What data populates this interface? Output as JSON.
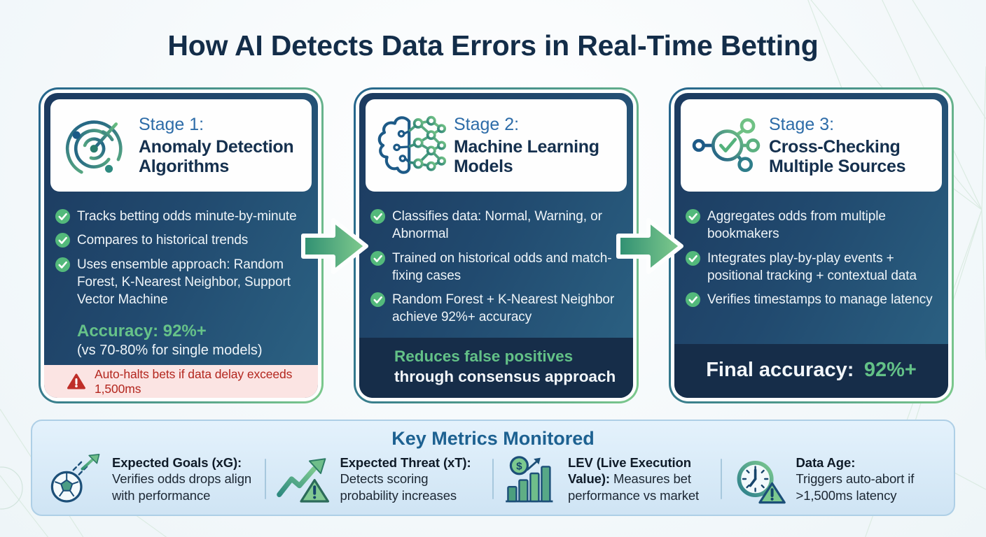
{
  "title": "How AI Detects Data Errors in Real-Time Betting",
  "stages": [
    {
      "label": "Stage 1:",
      "name": "Anomaly Detection Algorithms",
      "icon": "radar-icon",
      "bullets": [
        "Tracks betting odds minute-by-minute",
        "Compares to historical trends",
        "Uses ensemble approach: Random Forest, K-Nearest Neighbor, Support Vector Machine"
      ],
      "accuracy_label": "Accuracy: 92%+",
      "accuracy_note": "(vs 70-80% for single models)",
      "alert": "Auto-halts bets if data delay exceeds 1,500ms"
    },
    {
      "label": "Stage 2:",
      "name": "Machine Learning Models",
      "icon": "brain-network-icon",
      "bullets": [
        "Classifies data: Normal, Warning, or Abnormal",
        "Trained on historical odds and match-fixing cases",
        "Random Forest + K-Nearest Neighbor achieve 92%+ accuracy"
      ],
      "footer_highlight": "Reduces false positives",
      "footer_text": "through consensus approach"
    },
    {
      "label": "Stage 3:",
      "name": "Cross-Checking Multiple Sources",
      "icon": "network-check-icon",
      "bullets": [
        "Aggregates odds from multiple bookmakers",
        "Integrates play-by-play events + positional tracking + contextual data",
        "Verifies timestamps to manage latency"
      ],
      "footer_label": "Final accuracy:",
      "footer_value": "92%+"
    }
  ],
  "metrics_panel": {
    "title": "Key Metrics Monitored",
    "currency_symbol": "$",
    "metrics": [
      {
        "icon": "soccer-ball-arrow-icon",
        "term": "Expected Goals (xG):",
        "description": "Verifies odds drops align with performance"
      },
      {
        "icon": "trend-arrow-warning-icon",
        "term": "Expected Threat (xT):",
        "description": "Detects scoring probability increases"
      },
      {
        "icon": "bar-chart-dollar-icon",
        "term": "LEV (Live Execution Value):",
        "description": "Measures bet performance vs market"
      },
      {
        "icon": "clock-warning-icon",
        "term": "Data Age:",
        "description": "Triggers auto-abort if >1,500ms latency"
      }
    ]
  },
  "colors": {
    "accent_green": "#63c187",
    "title_navy": "#132d49",
    "stage_label_blue": "#2d6ca8",
    "card_navy_gradient_start": "#1c3a5f",
    "card_navy_gradient_end": "#2c6384",
    "alert_red": "#b3261e",
    "alert_pink_bg": "#fbe4e3",
    "panel_light_blue": "#dcedf9"
  }
}
